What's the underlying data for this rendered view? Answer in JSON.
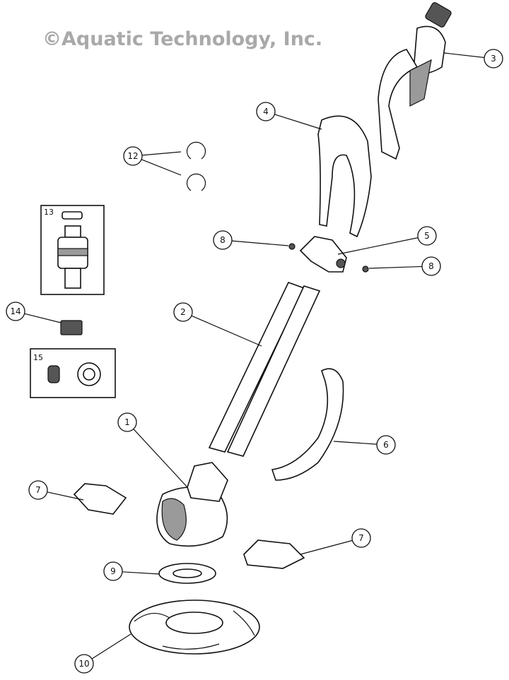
{
  "watermark": "©Aquatic Technology, Inc.",
  "callouts": [
    {
      "label": "3",
      "part": "hose-swivel"
    },
    {
      "label": "4",
      "part": "handle"
    },
    {
      "label": "12",
      "part": "clips"
    },
    {
      "label": "8",
      "part": "screw-left"
    },
    {
      "label": "5",
      "part": "connector"
    },
    {
      "label": "8",
      "part": "screw-right"
    },
    {
      "label": "14",
      "part": "cap"
    },
    {
      "label": "2",
      "part": "tubes"
    },
    {
      "label": "1",
      "part": "body"
    },
    {
      "label": "6",
      "part": "strap"
    },
    {
      "label": "7",
      "part": "flap-left"
    },
    {
      "label": "7",
      "part": "flap-right"
    },
    {
      "label": "9",
      "part": "ring"
    },
    {
      "label": "10",
      "part": "disc"
    }
  ],
  "boxes": [
    {
      "label": "13",
      "part": "valve-kit"
    },
    {
      "label": "15",
      "part": "seal-kit"
    }
  ]
}
